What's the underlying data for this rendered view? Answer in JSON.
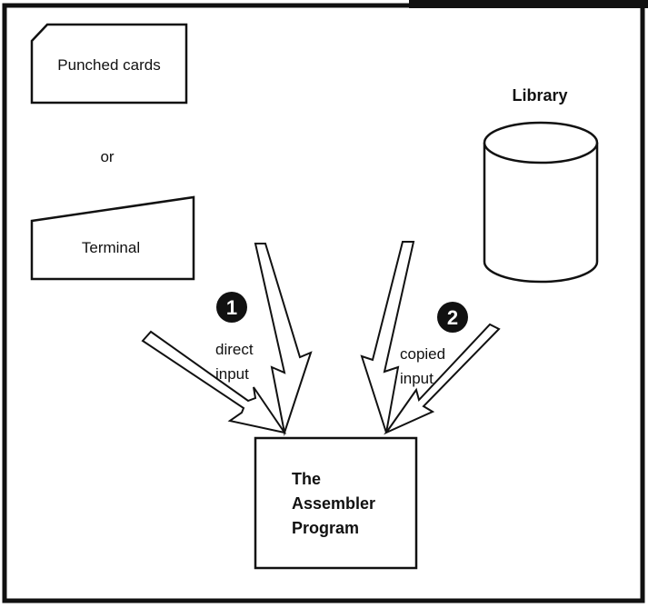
{
  "diagram": {
    "inputs": {
      "punched_cards_label": "Punched cards",
      "or_label": "or",
      "terminal_label": "Terminal"
    },
    "library_label": "Library",
    "flows": [
      {
        "number": "1",
        "label_line1": "direct",
        "label_line2": "input"
      },
      {
        "number": "2",
        "label_line1": "copied",
        "label_line2": "input"
      }
    ],
    "program": {
      "line1": "The",
      "line2": "Assembler",
      "line3": "Program"
    }
  }
}
